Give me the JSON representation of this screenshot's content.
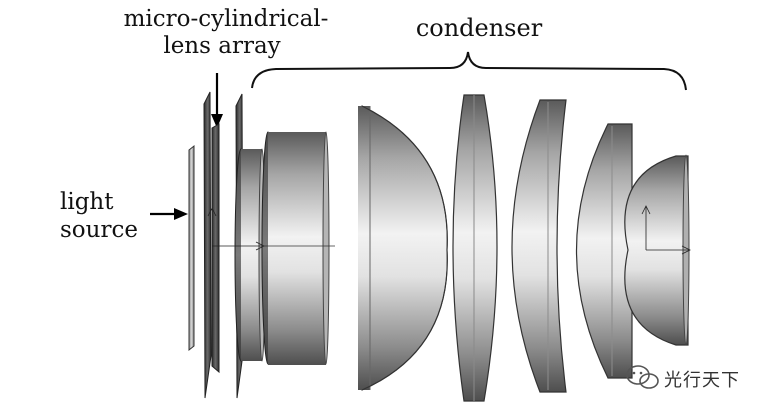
{
  "labels": {
    "micro_line1": "micro-cylindrical-",
    "micro_line2": "lens array",
    "condenser": "condenser",
    "light_line1": "light",
    "light_line2": "source"
  },
  "watermark": {
    "text": "光行天下"
  },
  "colors": {
    "lens_dark": "#4a4a4a",
    "lens_mid": "#9b9b9b",
    "lens_light": "#efefef",
    "outline": "#222222",
    "arrow": "#000000"
  }
}
